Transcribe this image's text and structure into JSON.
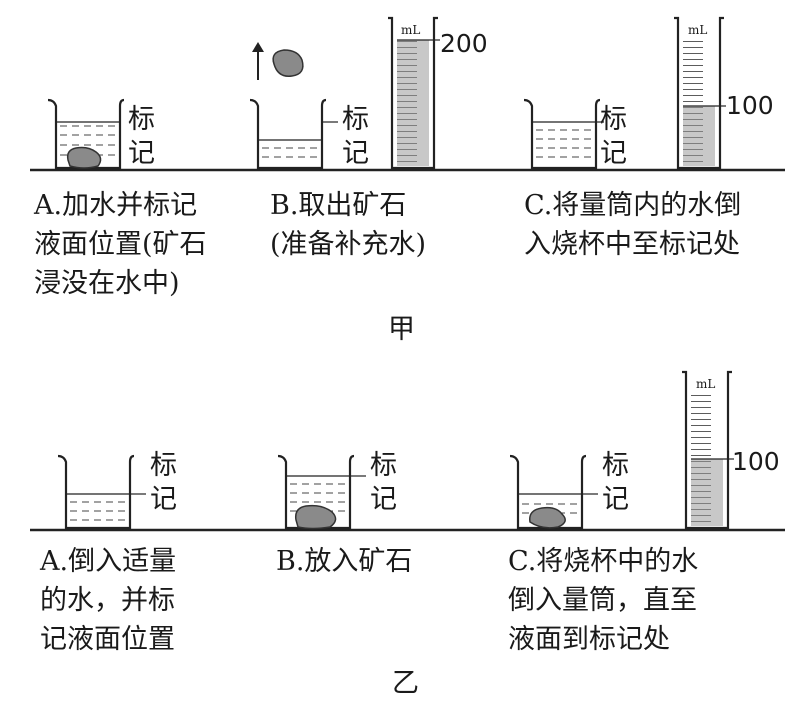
{
  "groups": [
    {
      "name": "甲",
      "steps": [
        {
          "caption_lines": [
            "A.加水并标记",
            "液面位置(矿石",
            "浸没在水中)"
          ]
        },
        {
          "caption_lines": [
            "B.取出矿石",
            "(准备补充水)"
          ]
        },
        {
          "caption_lines": [
            "C.将量筒内的水倒",
            "入烧杯中至标记处"
          ]
        }
      ],
      "cylinders": [
        {
          "unit": "mL",
          "reading": "200"
        },
        {
          "unit": "mL",
          "reading": "100"
        }
      ]
    },
    {
      "name": "乙",
      "steps": [
        {
          "caption_lines": [
            "A.倒入适量",
            "的水，并标",
            "记液面位置"
          ]
        },
        {
          "caption_lines": [
            "B.放入矿石"
          ]
        },
        {
          "caption_lines": [
            "C.将烧杯中的水",
            "倒入量筒，直至",
            "液面到标记处"
          ]
        }
      ],
      "cylinders": [
        {
          "unit": "mL",
          "reading": "100"
        }
      ]
    }
  ],
  "mark_label": [
    "标",
    "记"
  ]
}
